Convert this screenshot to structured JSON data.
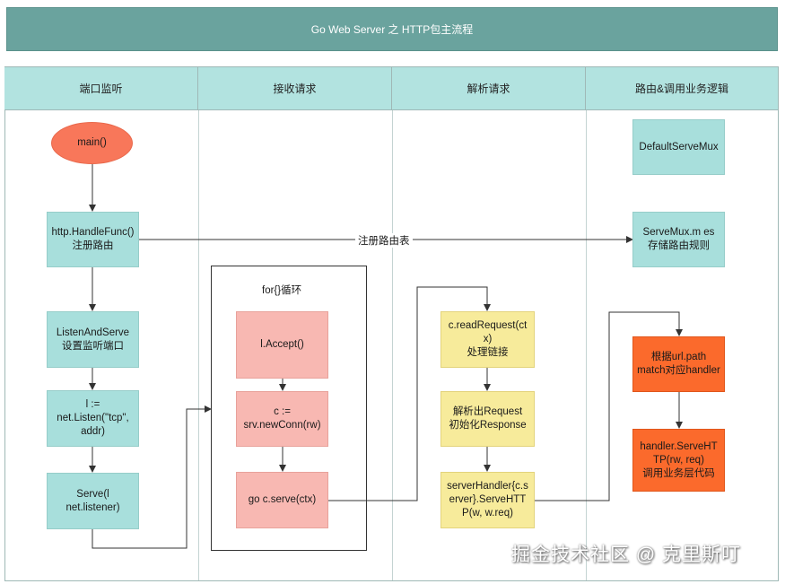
{
  "title": "Go Web Server 之 HTTP包主流程",
  "lanes": [
    "端口监听",
    "接收请求",
    "解析请求",
    "路由&调用业务逻辑"
  ],
  "nodes": {
    "main": "main()",
    "handle_func": "http.HandleFunc()\n注册路由",
    "listen_and_serve": "ListenAndServe\n设置监听端口",
    "net_listen": "l :=\nnet.Listen(\"tcp\",\naddr)",
    "serve": "Serve(l\nnet.listener)",
    "loop_label": "for{}循环",
    "accept": "l.Accept()",
    "new_conn": "c :=\nsrv.newConn(rw)",
    "go_serve": "go c.serve(ctx)",
    "read_request": "c.readRequest(ct\nx)\n处理链接",
    "parse_request": "解析出Request\n初始化Response",
    "server_handler": "serverHandler{c.s\nerver}.ServeHTT\nP(w, w.req)",
    "default_serve_mux": "DefaultServeMux",
    "serve_mux_m": "ServeMux.m es\n存储路由规则",
    "match_handler": "根据url.path\nmatch对应handler",
    "handler_serve": "handler.ServeHT\nTP(rw, req)\n调用业务层代码"
  },
  "edge_labels": {
    "register_route_table": "注册路由表"
  },
  "watermark": "掘金技术社区 @ 克里斯叮"
}
